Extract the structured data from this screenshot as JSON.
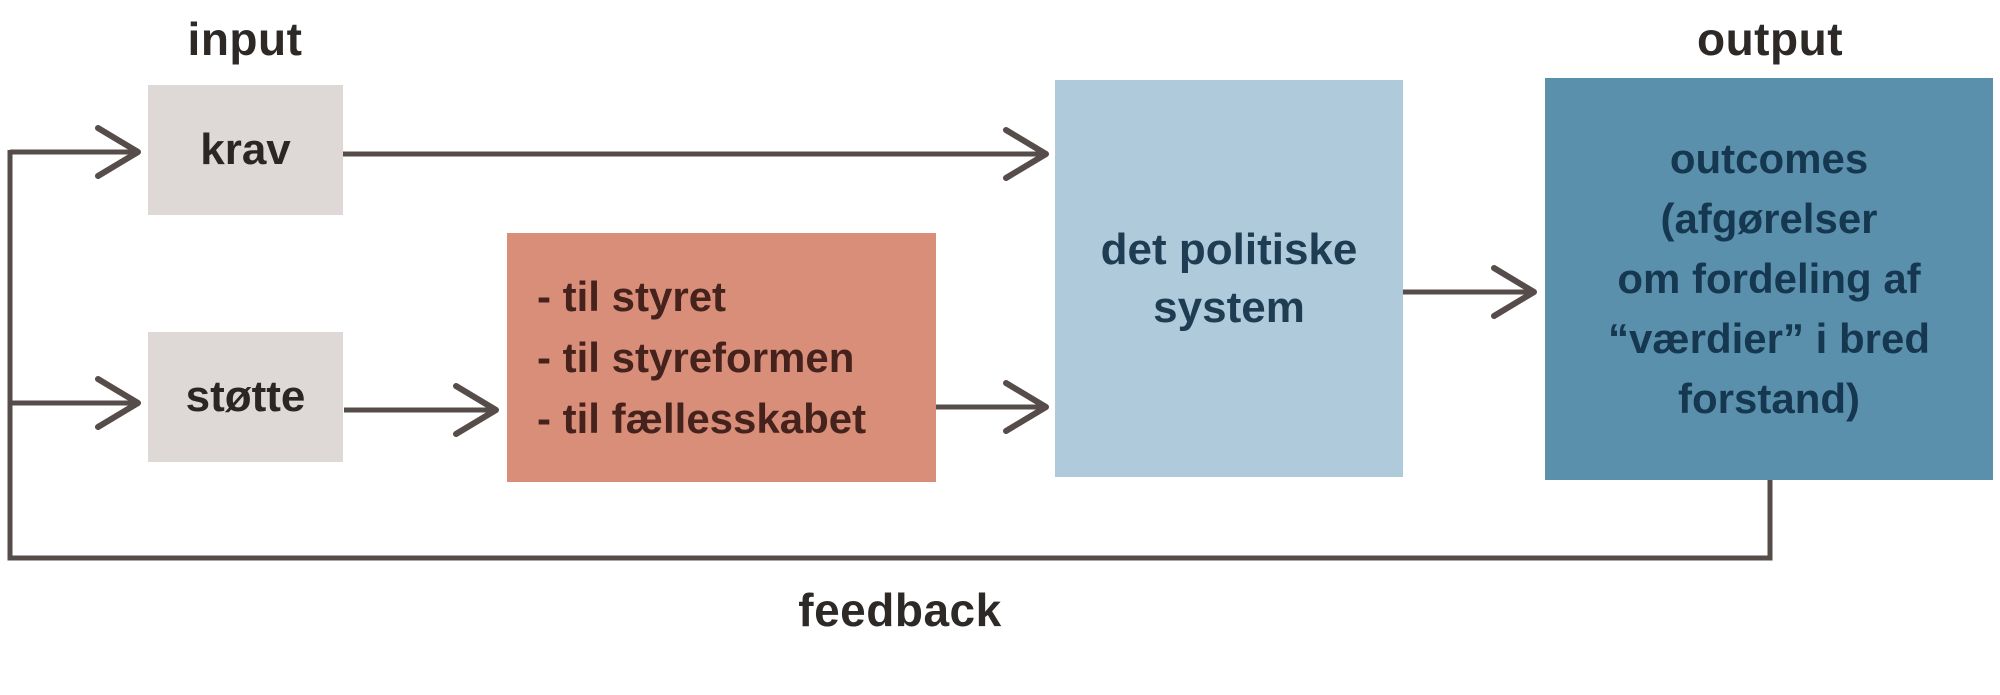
{
  "labels": {
    "input": "input",
    "output": "output",
    "feedback": "feedback"
  },
  "boxes": {
    "krav": {
      "label": "krav"
    },
    "stoette": {
      "label": "støtte"
    },
    "support_list": {
      "lines": [
        "- til styret",
        "- til styreformen",
        "- til fællesskabet"
      ]
    },
    "political_system": {
      "lines": [
        "det politiske",
        "system"
      ]
    },
    "outcomes": {
      "lines": [
        "outcomes",
        "(afgørelser",
        "om fordeling af",
        "“værdier” i bred",
        "forstand)"
      ]
    }
  },
  "colors": {
    "box_gray": "#ded9d6",
    "box_salmon": "#d98e7a",
    "box_lightblue": "#aecadb",
    "box_steelblue": "#5b90ad",
    "connector_line": "#564c49",
    "heading_text": "#2d2926",
    "gray_box_text": "#2b2523",
    "salmon_box_text": "#45221c",
    "lightblue_box_text": "#1e3d52",
    "steelblue_box_text": "#153750"
  }
}
